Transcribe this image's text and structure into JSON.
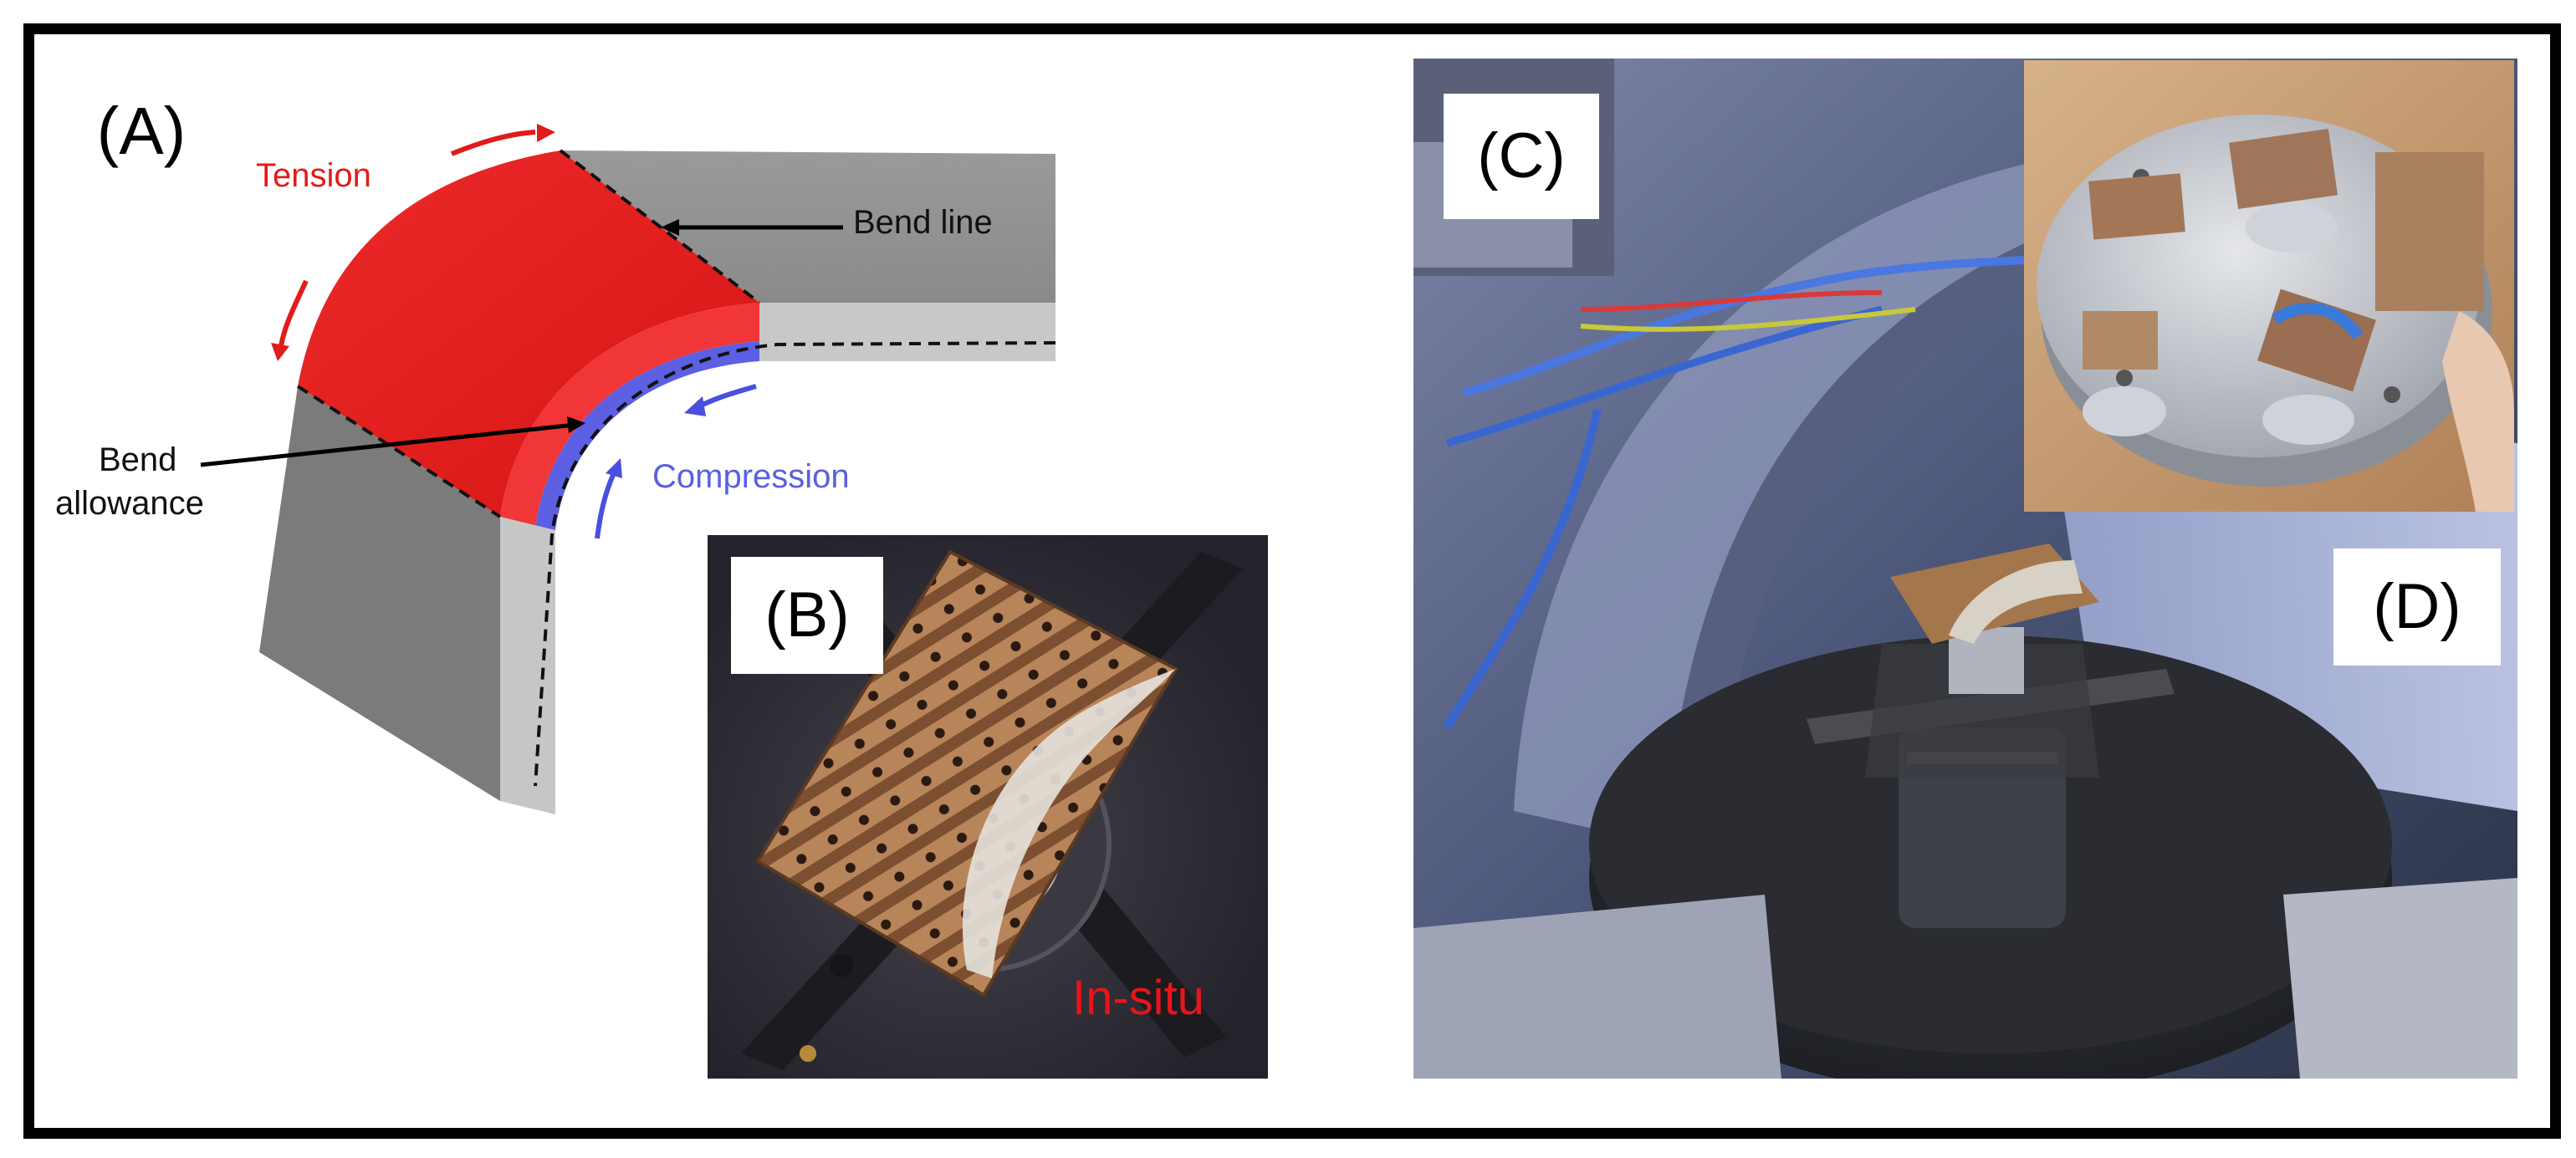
{
  "panels": {
    "a": {
      "label": "(A)",
      "tension": "Tension",
      "bend_line": "Bend line",
      "bend_allowance_1": "Bend",
      "bend_allowance_2": "allowance",
      "compression": "Compression",
      "colors": {
        "tension": "#e21b1b",
        "compression": "#5a5fe0",
        "metal": "#8e8e8e"
      }
    },
    "b": {
      "label": "(B)",
      "caption": "In-situ",
      "caption_color": "#e8141c"
    },
    "c": {
      "label": "(C)"
    },
    "d": {
      "label": "(D)"
    }
  }
}
